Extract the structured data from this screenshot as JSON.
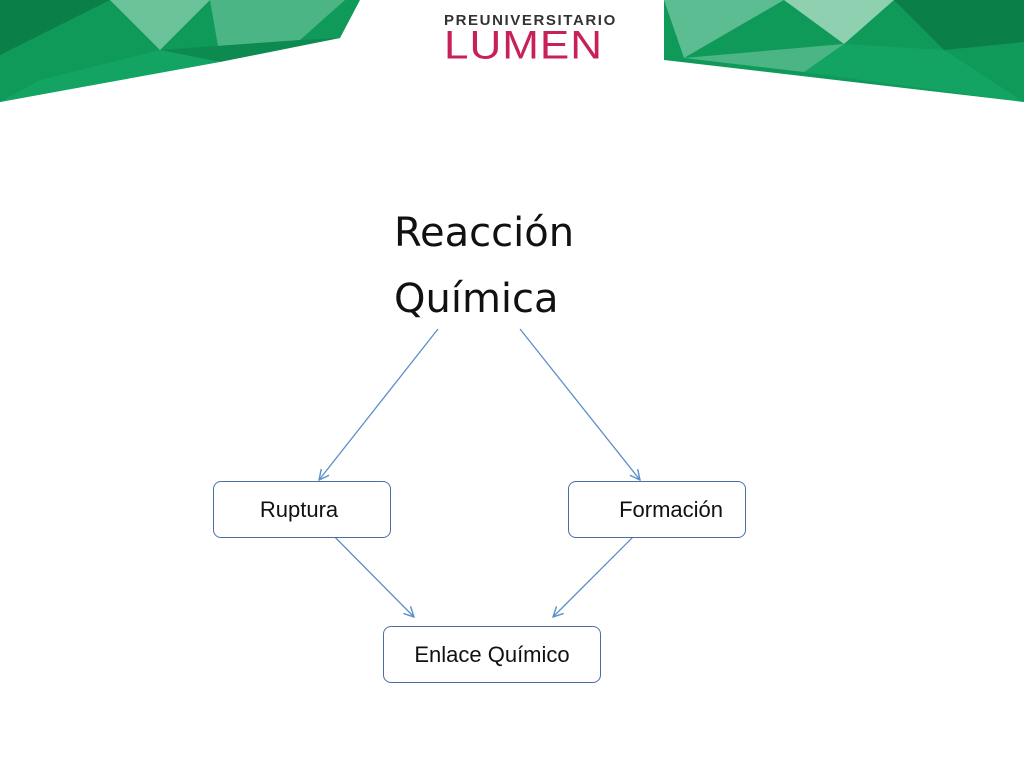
{
  "logo": {
    "top_text": "PREUNIVERSITARIO",
    "main_text": "LUMEN"
  },
  "title": {
    "line1": "Reacción",
    "line2": "Química"
  },
  "nodes": {
    "ruptura": "Ruptura",
    "formacion": "Formación",
    "enlace": "Enlace Químico"
  },
  "colors": {
    "brand_green": "#0f9a5a",
    "brand_magenta": "#c8205b",
    "connector_blue": "#5b8fc9",
    "box_border": "#4a6f9f"
  }
}
